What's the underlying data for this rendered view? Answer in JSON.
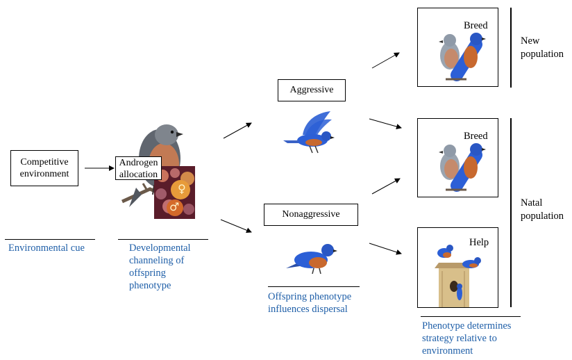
{
  "boxes": {
    "competitive": "Competitive environment",
    "androgen": "Androgen allocation",
    "aggressive": "Aggressive",
    "nonaggressive": "Nonaggressive"
  },
  "outcomes": {
    "breed_top": "Breed",
    "breed_mid": "Breed",
    "help": "Help"
  },
  "side_labels": {
    "new_population": "New population",
    "natal_population": "Natal population"
  },
  "captions": {
    "environmental_cue": "Environmental cue",
    "developmental": "Developmental channeling of offspring phenotype",
    "offspring": "Offspring phenotype influences dispersal",
    "strategy": "Phenotype determines strategy relative to environment"
  },
  "symbols": {
    "female": "♀",
    "male": "♂"
  },
  "colors": {
    "caption_blue": "#1f5fa8",
    "bird_blue": "#2c5fd6",
    "bird_orange": "#c8692f"
  }
}
